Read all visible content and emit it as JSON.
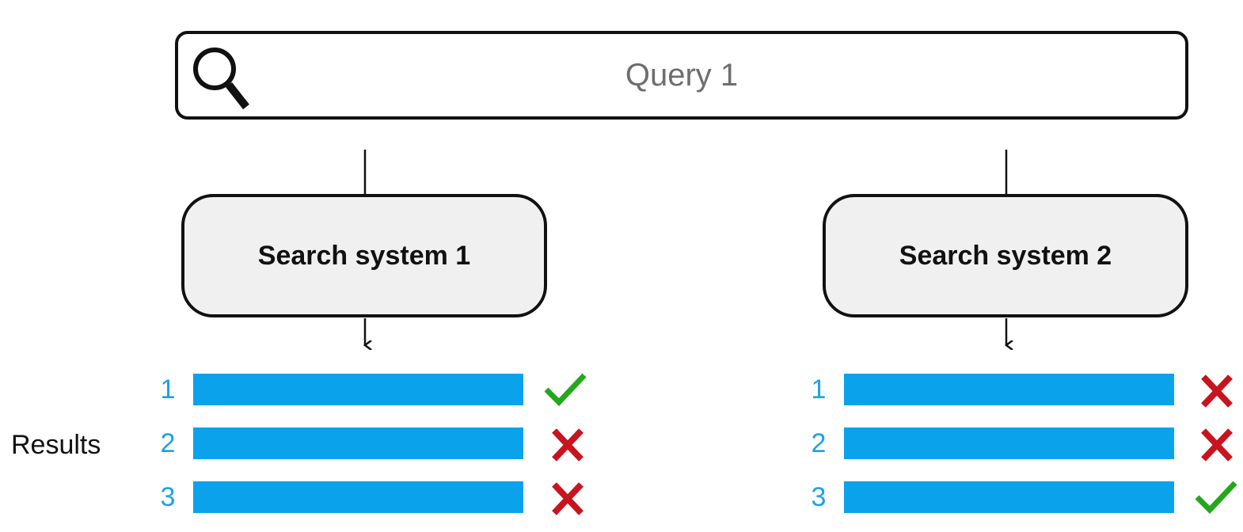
{
  "query": {
    "text": "Query 1",
    "icon": "magnifier-icon"
  },
  "systems": [
    {
      "name": "Search system 1",
      "results": [
        {
          "rank": "1",
          "relevant": true
        },
        {
          "rank": "2",
          "relevant": false
        },
        {
          "rank": "3",
          "relevant": false
        }
      ]
    },
    {
      "name": "Search system 2",
      "results": [
        {
          "rank": "1",
          "relevant": false
        },
        {
          "rank": "2",
          "relevant": false
        },
        {
          "rank": "3",
          "relevant": true
        }
      ]
    }
  ],
  "results_label": "Results",
  "colors": {
    "bar": "#0ba2ec",
    "rank": "#1aa3e6",
    "check": "#22a81a",
    "cross": "#c8141e",
    "box_fill": "#f0f0f0"
  }
}
